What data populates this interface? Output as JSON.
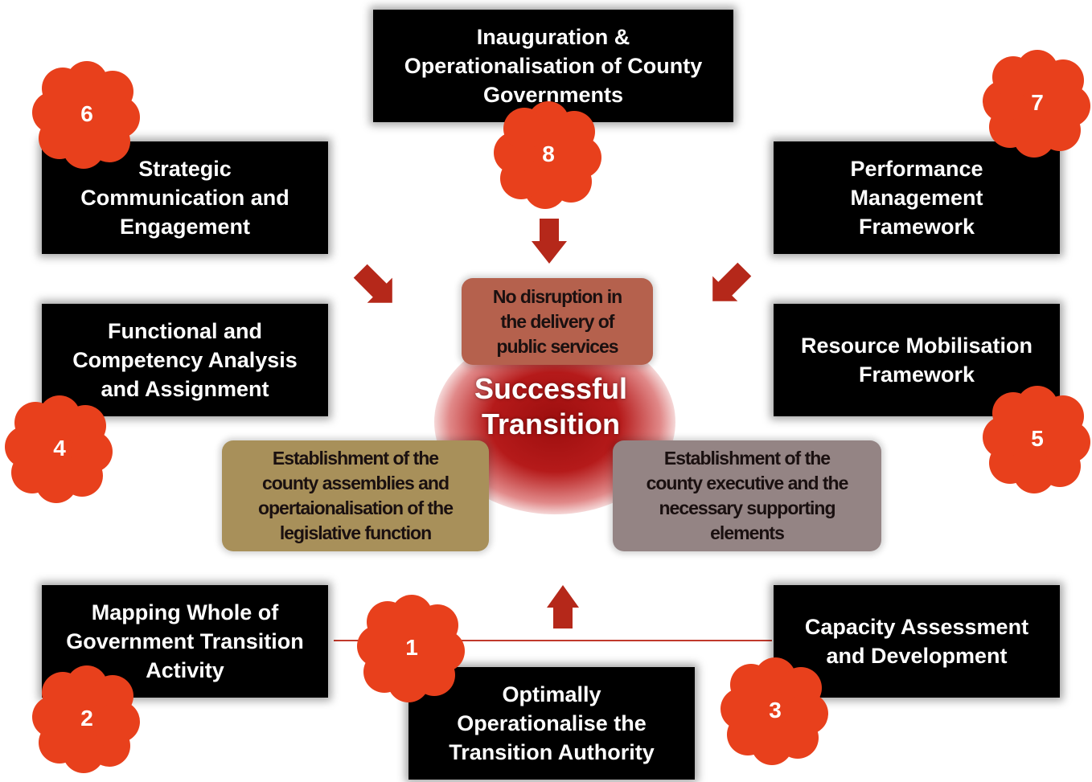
{
  "boxes": {
    "inauguration": "Inauguration &\nOperationalisation of County\nGovernments",
    "strategic_comm": "Strategic\nCommunication and\nEngagement",
    "performance": "Performance\nManagement\nFramework",
    "functional": "Functional and\nCompetency Analysis\nand Assignment",
    "resource": "Resource Mobilisation\nFramework",
    "mapping": "Mapping Whole of\nGovernment Transition\nActivity",
    "capacity": "Capacity Assessment\nand Development",
    "optimally": "Optimally\nOperationalise the\nTransition Authority"
  },
  "center": {
    "title": "Successful\nTransition",
    "no_disruption": "No disruption in\nthe delivery of\npublic services",
    "assemblies": "Establishment of the\ncounty assemblies and\nopertaionalisation of the\nlegislative function",
    "executive": "Establishment of the\ncounty executive and the\nnecessary supporting\nelements"
  },
  "badges": {
    "b1": "1",
    "b2": "2",
    "b3": "3",
    "b4": "4",
    "b5": "5",
    "b6": "6",
    "b7": "7",
    "b8": "8"
  },
  "colors": {
    "badge": "#e8401c",
    "arrow": "#b5281a",
    "no_disruption_bg": "#b5614d",
    "assemblies_bg": "#a8905a",
    "executive_bg": "#948484"
  },
  "icons": {
    "badge_shape": "cloud-badge-icon",
    "arrow": "block-arrow-icon"
  }
}
